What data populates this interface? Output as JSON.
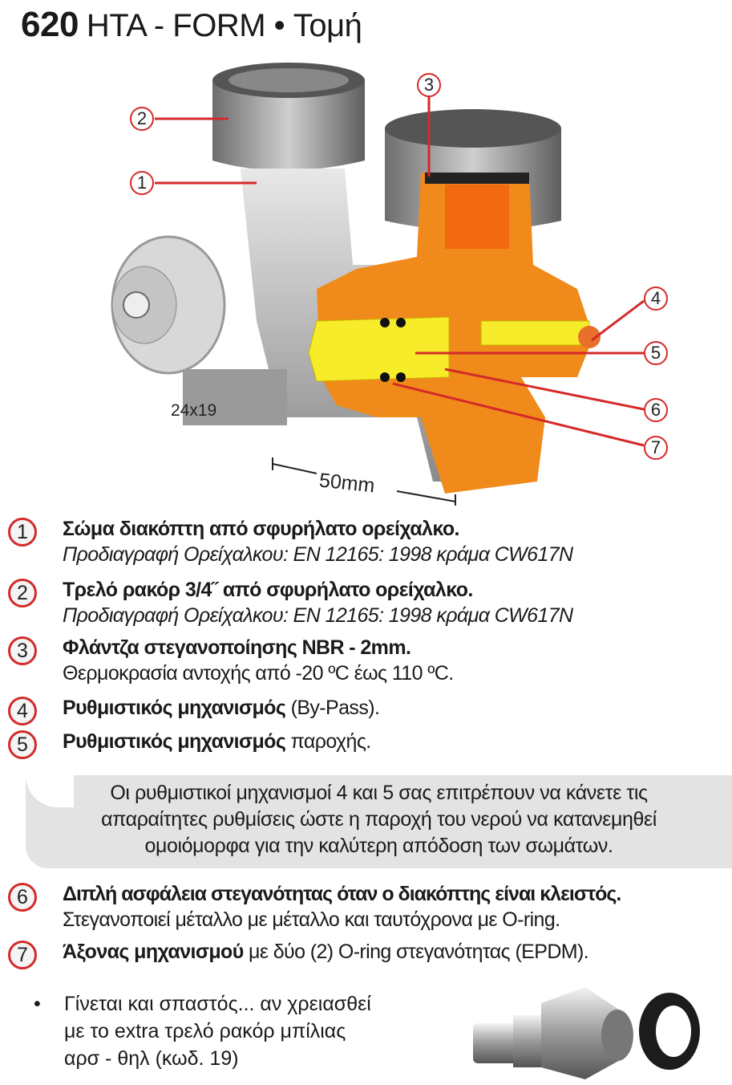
{
  "title": {
    "model": "620",
    "name": "HTA - FORM • Τομή"
  },
  "figure": {
    "callouts": [
      "1",
      "2",
      "3",
      "4",
      "5",
      "6",
      "7"
    ],
    "size_label": "24x19",
    "dimension_label": "50mm",
    "colors": {
      "accent_red": "#d42a2a",
      "brass_orange": "#f08a1a",
      "spindle_yellow": "#f7ec2a",
      "body_grey": "#9a9a9a"
    }
  },
  "items": [
    {
      "num": "1",
      "title": "Σώμα διακόπτη από σφυρήλατο ορείχαλκο.",
      "detail": "Προδιαγραφή Ορείχαλκου: EN 12165: 1998 κράμα CW617N"
    },
    {
      "num": "2",
      "title": "Τρελό ρακόρ 3/4˝ από σφυρήλατο ορείχαλκο.",
      "detail": "Προδιαγραφή Ορείχαλκου: EN 12165: 1998 κράμα CW617N"
    },
    {
      "num": "3",
      "title": "Φλάντζα στεγανοποίησης NBR - 2mm.",
      "detail": "Θερμοκρασία αντοχής από -20 ºC έως 110 ºC."
    },
    {
      "num": "4",
      "title": "Ρυθμιστικός μηχανισμός",
      "suffix": " (By-Pass)."
    },
    {
      "num": "5",
      "title": "Ρυθμιστικός μηχανισμός",
      "suffix": " παροχής."
    }
  ],
  "note": [
    "Οι ρυθμιστικοί μηχανισμοί 4 και 5 σας επιτρέπουν να κάνετε τις",
    "απαραίτητες ρυθμίσεις ώστε η παροχή του νερού να κατανεμηθεί",
    "ομοιόμορφα για την καλύτερη απόδοση των σωμάτων."
  ],
  "items2": [
    {
      "num": "6",
      "title": "Διπλή ασφάλεια στεγανότητας όταν ο διακόπτης είναι κλειστός.",
      "detail": "Στεγανοποιεί μέταλλο με μέταλλο και ταυτόχρονα με O-ring."
    },
    {
      "num": "7",
      "title": "Άξονας μηχανισμού",
      "suffix": " με δύο (2) O-ring στεγανότητας (EPDM)."
    }
  ],
  "bullet": {
    "symbol": "•",
    "lines": [
      "Γίνεται και σπαστός... αν χρειασθεί",
      "με το extra τρελό ρακόρ μπίλιας",
      "αρσ - θηλ (κωδ. 19)"
    ]
  }
}
